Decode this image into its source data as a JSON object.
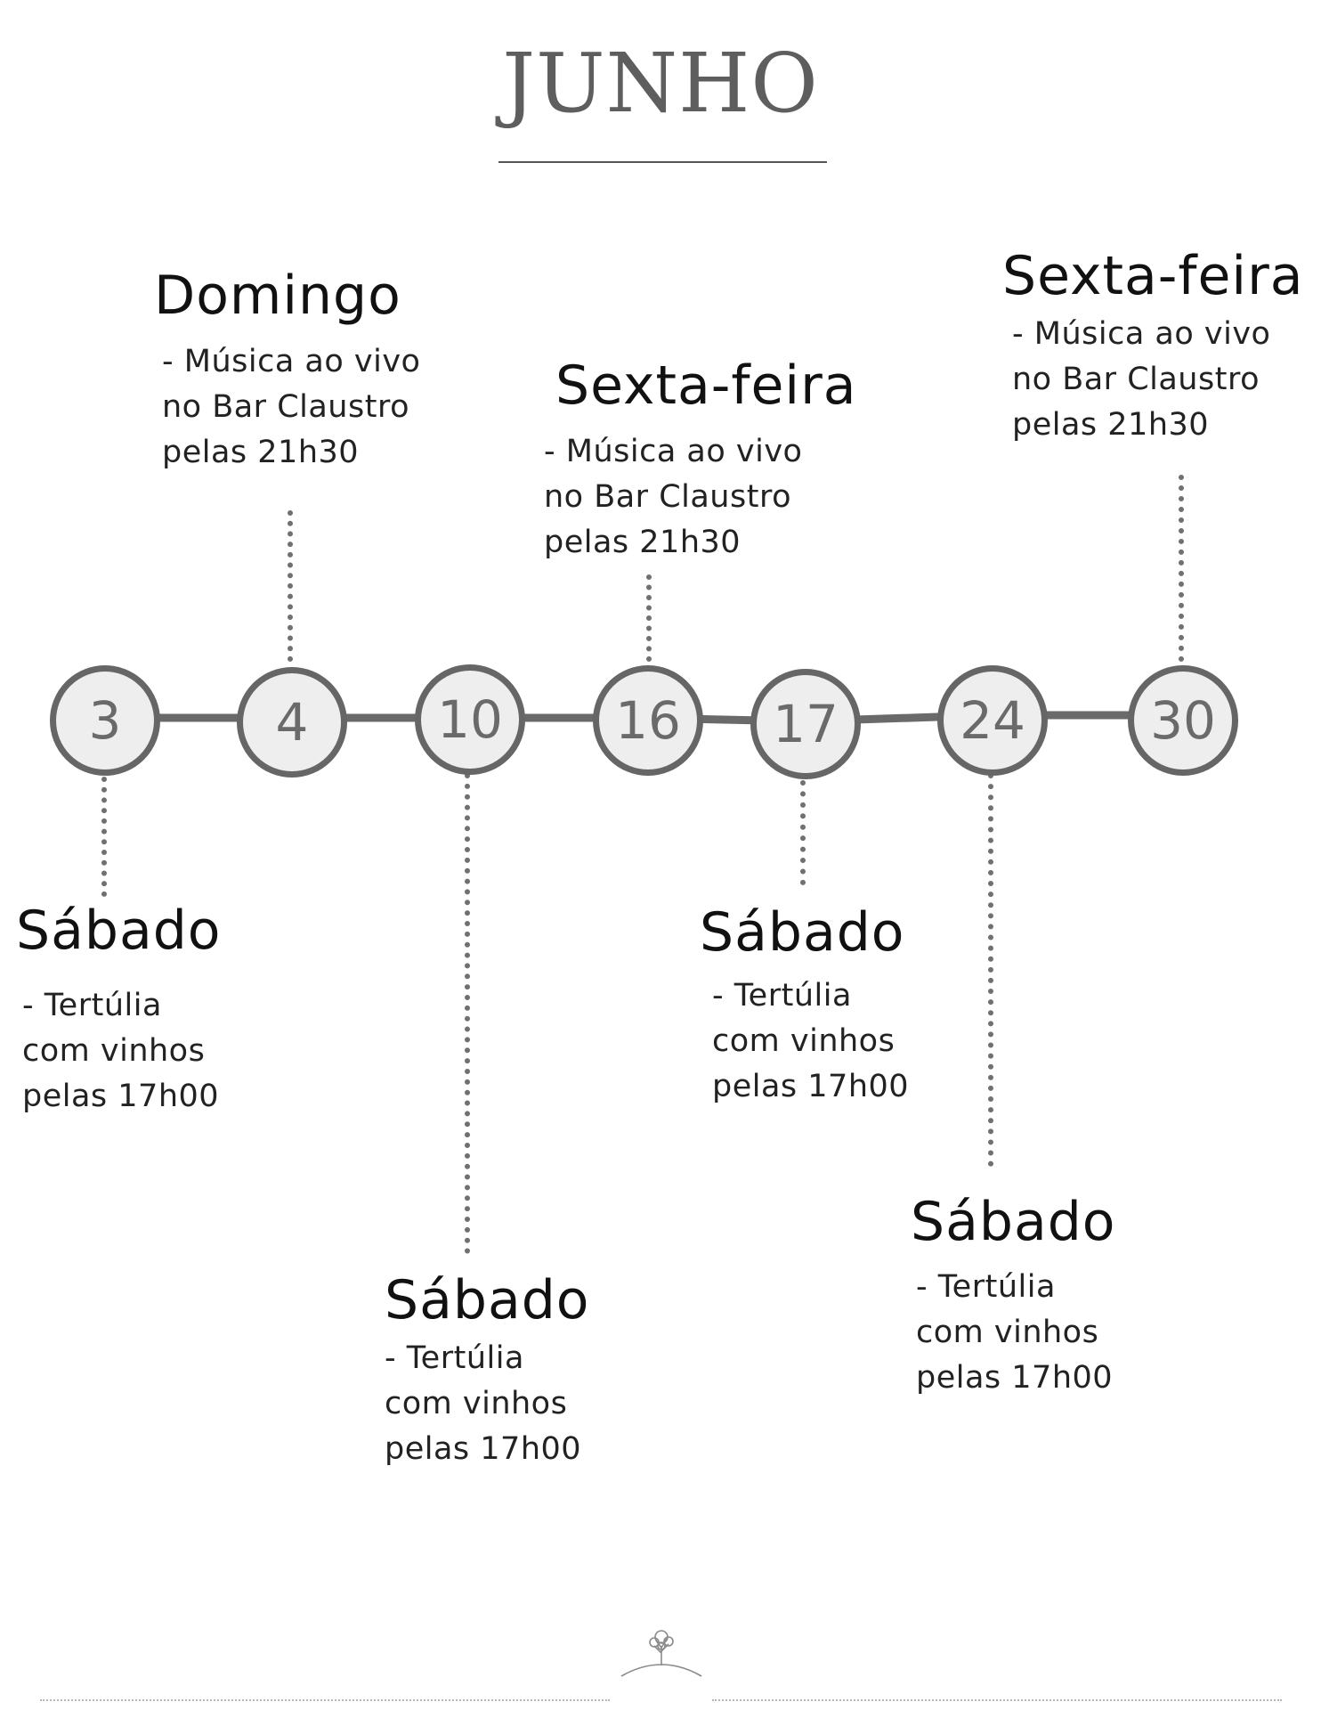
{
  "header": {
    "month": "JUNHO"
  },
  "timeline": {
    "dates": [
      "3",
      "4",
      "10",
      "16",
      "17",
      "24",
      "30"
    ]
  },
  "events": [
    {
      "date": "3",
      "day": "Sábado",
      "lines": [
        "- Tertúlia",
        "com vinhos",
        "pelas 17h00"
      ]
    },
    {
      "date": "4",
      "day": "Domingo",
      "lines": [
        "- Música ao vivo",
        "no Bar Claustro",
        "pelas 21h30"
      ]
    },
    {
      "date": "10",
      "day": "Sábado",
      "lines": [
        "- Tertúlia",
        "com vinhos",
        "pelas 17h00"
      ]
    },
    {
      "date": "16",
      "day": "Sexta-feira",
      "lines": [
        "- Música ao vivo",
        "no Bar Claustro",
        "pelas 21h30"
      ]
    },
    {
      "date": "17",
      "day": "Sábado",
      "lines": [
        "- Tertúlia",
        "com vinhos",
        "pelas 17h00"
      ]
    },
    {
      "date": "24",
      "day": "Sábado",
      "lines": [
        "- Tertúlia",
        "com vinhos",
        "pelas 17h00"
      ]
    },
    {
      "date": "30",
      "day": "Sexta-feira",
      "lines": [
        "- Música ao vivo",
        "no Bar Claustro",
        "pelas 21h30"
      ]
    }
  ],
  "footer": {
    "logo_icon": "tree-on-hill-icon"
  }
}
